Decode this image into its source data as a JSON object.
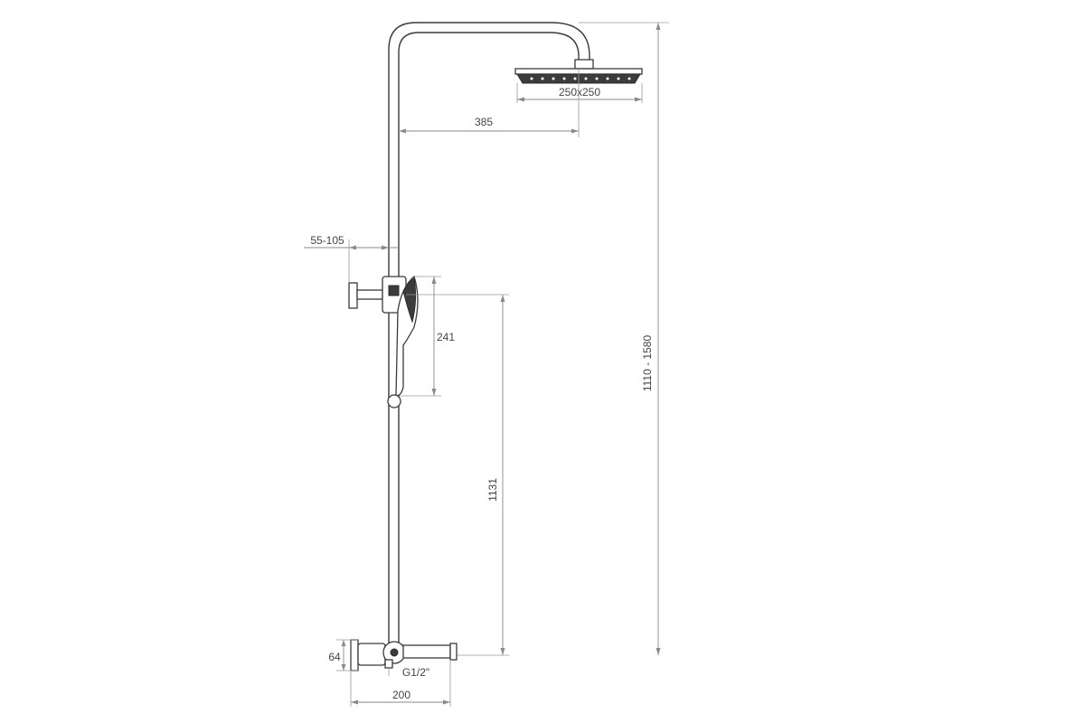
{
  "dimensions": {
    "head_size": "250x250",
    "arm_reach": "385",
    "total_height": "1110 - 1580",
    "holder_offset": "55-105",
    "handshower_length": "241",
    "holder_height": "1131",
    "mixer_height": "64",
    "thread": "G1/2\"",
    "mixer_width": "200"
  }
}
